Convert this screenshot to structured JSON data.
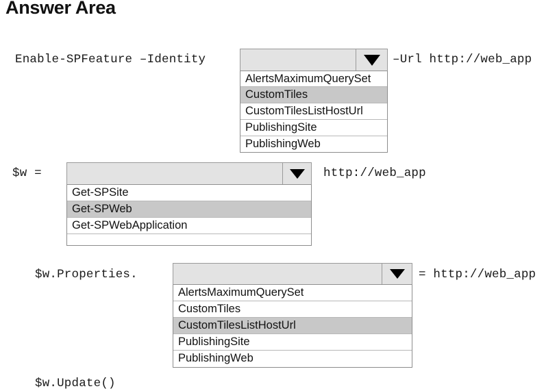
{
  "page": {
    "title": "Answer Area"
  },
  "rows": [
    {
      "label": "Enable-SPFeature –Identity",
      "suffix": "–Url http://web_app",
      "dropdown": {
        "value": "",
        "arrow_icon": "chevron-down-icon",
        "options": [
          "AlertsMaximumQuerySet",
          "CustomTiles",
          "CustomTilesListHostUrl",
          "PublishingSite",
          "PublishingWeb"
        ],
        "selected": "CustomTiles"
      }
    },
    {
      "label": "$w =",
      "suffix": "http://web_app",
      "dropdown": {
        "value": "",
        "arrow_icon": "chevron-down-icon",
        "options": [
          "Get-SPSite",
          "Get-SPWeb",
          "Get-SPWebApplication"
        ],
        "selected": "Get-SPWeb"
      }
    },
    {
      "label": "$w.Properties.",
      "suffix": "= http://web_app",
      "dropdown": {
        "value": "",
        "arrow_icon": "chevron-down-icon",
        "options": [
          "AlertsMaximumQuerySet",
          "CustomTiles",
          "CustomTilesListHostUrl",
          "PublishingSite",
          "PublishingWeb"
        ],
        "selected": "CustomTilesListHostUrl"
      }
    }
  ],
  "footer": {
    "label": "$w.Update()"
  },
  "colors": {
    "combo_fill": "#e3e3e3",
    "combo_border": "#9a9a9a",
    "list_border": "#8c8c8c",
    "option_selected": "#c8c8c8",
    "text": "#121212"
  }
}
